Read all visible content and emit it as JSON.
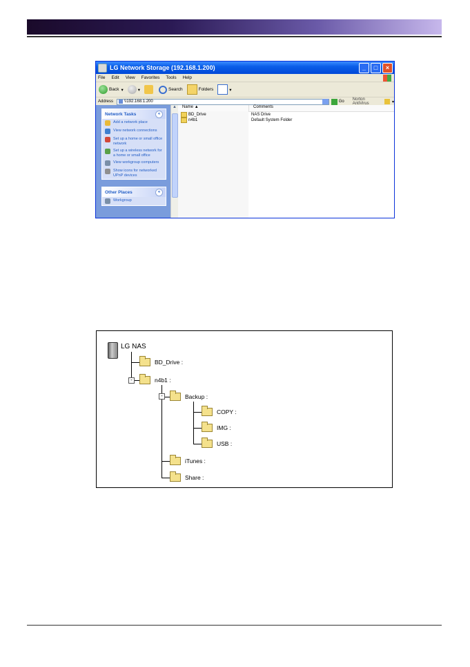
{
  "explorer": {
    "title": "LG Network Storage (192.168.1.200)",
    "menu": [
      "File",
      "Edit",
      "View",
      "Favorites",
      "Tools",
      "Help"
    ],
    "toolbar": {
      "back": "Back",
      "search": "Search",
      "folders": "Folders"
    },
    "address_label": "Address",
    "address_value": "\\\\192.168.1.200",
    "go_label": "Go",
    "norton_label": "Norton AntiVirus",
    "network_tasks": {
      "title": "Network Tasks",
      "items": [
        "Add a network place",
        "View network connections",
        "Set up a home or small office network",
        "Set up a wireless network for a home or small office",
        "View workgroup computers",
        "Show icons for networked UPnP devices"
      ]
    },
    "other_places": {
      "title": "Other Places",
      "items": [
        "Workgroup"
      ]
    },
    "columns": {
      "name": "Name",
      "comments": "Comments"
    },
    "files": [
      {
        "name": "BD_Drive",
        "comment": "NAS Drive"
      },
      {
        "name": "n4b1",
        "comment": "Default System Folder"
      }
    ]
  },
  "tree": {
    "root": "LG NAS",
    "nodes": {
      "bd_drive": "BD_Drive :",
      "n4b1": "n4b1 :",
      "backup": "Backup :",
      "copy": "COPY :",
      "img": "IMG :",
      "usb": "USB :",
      "itunes": "iTunes :",
      "share": "Share :"
    }
  },
  "colors": {
    "titlebar": "#0a5ee8",
    "taskpane": "#7a9cdc",
    "folder": "#f4e18c"
  }
}
